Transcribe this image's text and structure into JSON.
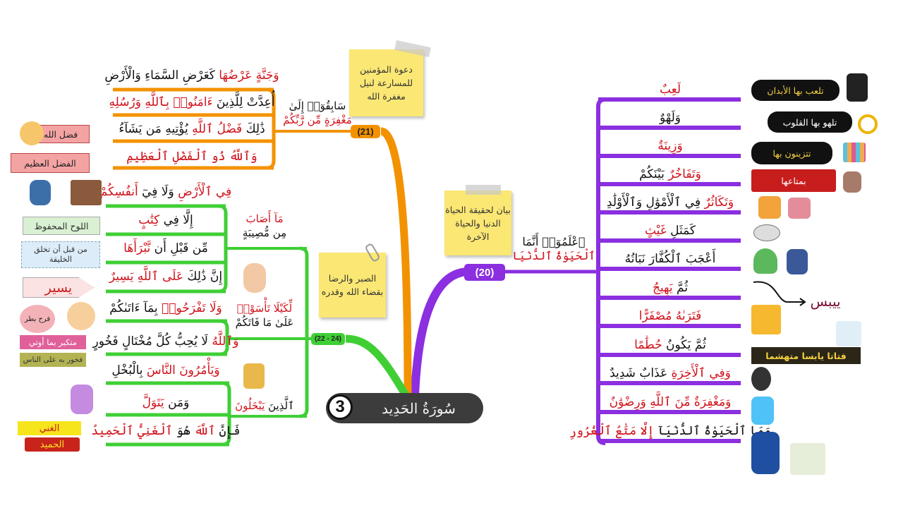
{
  "center": {
    "number": "3",
    "title": "سُورَةُ الحَدِيد"
  },
  "colors": {
    "purple": "#8b2fe0",
    "orange": "#f39200",
    "green": "#3fcf35",
    "red_text": "#d0121b",
    "dark_pill": "#3c3c3c"
  },
  "purple": {
    "label": "(20)",
    "node": [
      {
        "t": "ٱعْلَمُوٓا۟ أَنَّمَا",
        "red": false
      },
      {
        "t": "ٱلْحَيَوٰةُ ٱلدُّنْيَا",
        "red": true
      }
    ],
    "note": "بيان لحقيقة الحياة الدنيا والحياة الآخرة",
    "rows": [
      [
        {
          "t": "لَعِبٌ",
          "red": true
        }
      ],
      [
        {
          "t": "وَلَهْوٌ",
          "red": false
        }
      ],
      [
        {
          "t": "وَزِينَةٌ",
          "red": true
        }
      ],
      [
        {
          "t": "وَتَفَاخُرٌ",
          "red": true
        },
        {
          "t": " بَيْنَكُمْ",
          "red": false
        }
      ],
      [
        {
          "t": "وَتَكَاثُرٌ",
          "red": true
        },
        {
          "t": " فِي ٱلْأَمْوَٰلِ وَٱلْأَوْلَٰدِ",
          "red": false
        }
      ],
      [
        {
          "t": "كَمَثَلِ ",
          "red": false
        },
        {
          "t": "غَيْثٍ",
          "red": true
        }
      ],
      [
        {
          "t": "أَعْجَبَ ٱلْكُفَّارَ نَبَاتُهُ",
          "red": false
        }
      ],
      [
        {
          "t": "ثُمَّ ",
          "red": false
        },
        {
          "t": "يَهِيجُ",
          "red": true
        }
      ],
      [
        {
          "t": "فَتَرَىٰهُ مُصْفَرًّا",
          "red": true
        }
      ],
      [
        {
          "t": "ثُمَّ يَكُونُ ",
          "red": false
        },
        {
          "t": "حُطَٰمًا",
          "red": true
        }
      ],
      [
        {
          "t": "وَفِي ٱلْأَخِرَةِ",
          "red": true
        },
        {
          "t": " عَذَابٌ شَدِيدٌ",
          "red": false
        }
      ],
      [
        {
          "t": "وَمَغْفِرَةٌ مِّنَ ٱللَّهِ وَرِضْوَٰنٌ",
          "red": true
        }
      ],
      [
        {
          "t": "وَمَا ٱلْحَيَوٰةُ ٱلدُّنْيَآ ",
          "red": false
        },
        {
          "t": "إِلَّا مَتَٰعُ ٱلْغُرُورِ",
          "red": true
        }
      ]
    ],
    "tags": {
      "play": "تلعب بها الأبدان",
      "amuse": "تلهو بها القلوب",
      "adorn": "تتزينون بها",
      "goods": "بمتاعها",
      "dry": "ييبس",
      "crumble": "فتاتا يابسا متهشما"
    }
  },
  "orange": {
    "label": "(21)",
    "node": [
      {
        "t": "سَابِقُوٓا۟ إِلَىٰ",
        "red": false
      },
      {
        "t": "مَغْفِرَةٍ مِّن رَّبِّكُمْ",
        "red": true
      }
    ],
    "note": "دعوة المؤمنين للمسارعة لنيل مغفرة الله",
    "rows": [
      [
        {
          "t": "وَجَنَّةٍ عَرْضُهَا",
          "red": true
        },
        {
          "t": " كَعَرْضِ السَّمَاءِ وَالْأَرْضِ",
          "red": false
        }
      ],
      [
        {
          "t": "أُعِدَّتْ لِلَّذِينَ ",
          "red": false
        },
        {
          "t": "ءَامَنُوا۟ بِٱللَّهِ وَرُسُلِهِ",
          "red": true
        }
      ],
      [
        {
          "t": "ذَٰلِكَ ",
          "red": false
        },
        {
          "t": "فَضْلُ ٱللَّهِ",
          "red": true
        },
        {
          "t": " يُؤْتِيهِ مَن يَشَآءُ",
          "red": false
        }
      ],
      [
        {
          "t": "وَٱللَّهُ ذُو ٱلْفَضْلِ ٱلْعَظِيمِ",
          "red": true
        }
      ]
    ],
    "tags": {
      "grace": "فضل الله",
      "great_grace": "الفضل العظيم"
    }
  },
  "green": {
    "label": "(22 - 24)",
    "note": "الصبر والرضا بقضاء الله وقدره",
    "groups": [
      {
        "node": [
          {
            "t": "مَآ أَصَابَ",
            "red": true
          },
          {
            "t": "مِن مُّصِيبَةٍ",
            "red": false
          }
        ],
        "rows": [
          [
            {
              "t": "فِي ٱلْأَرْضِ",
              "red": true
            },
            {
              "t": " وَلَا فِيٓ ",
              "red": false
            },
            {
              "t": "أَنفُسِكُمْ",
              "red": true
            }
          ],
          [
            {
              "t": "إِلَّا فِي ",
              "red": false
            },
            {
              "t": "كِتَٰبٍ",
              "red": true
            }
          ],
          [
            {
              "t": "مِّن قَبْلِ أَن ",
              "red": false
            },
            {
              "t": "نَّبْرَأَهَا",
              "red": true
            }
          ],
          [
            {
              "t": "إِنَّ ذَٰلِكَ ",
              "red": false
            },
            {
              "t": "عَلَى ٱللَّهِ يَسِيرٌ",
              "red": true
            }
          ]
        ]
      },
      {
        "node": [
          {
            "t": "لِّكَيْلَا تَأْسَوْا۟",
            "red": true
          },
          {
            "t": "عَلَىٰ مَا فَاتَكُمْ",
            "red": false
          }
        ],
        "rows": [
          [
            {
              "t": "وَلَا تَفْرَحُوا۟",
              "red": true
            },
            {
              "t": " بِمَآ ءَاتَىٰكُمْ",
              "red": false
            }
          ],
          [
            {
              "t": "وَٱللَّهُ",
              "red": true
            },
            {
              "t": " لَا يُحِبُّ كُلَّ مُخْتَالٍ فَخُورٍ",
              "red": false
            }
          ]
        ]
      },
      {
        "node": [
          {
            "t": "ٱلَّذِينَ ",
            "red": false
          },
          {
            "t": "يَبْخَلُونَ",
            "red": true
          }
        ],
        "rows": [
          [
            {
              "t": "وَيَأْمُرُونَ النَّاسَ",
              "red": true
            },
            {
              "t": " بِالْبُخْلِ",
              "red": false
            }
          ],
          [
            {
              "t": "وَمَن ",
              "red": false
            },
            {
              "t": "يَتَوَلَّ",
              "red": true
            }
          ],
          [
            {
              "t": "فَإِنَّ ",
              "red": false
            },
            {
              "t": "ٱللَّهَ",
              "red": true
            },
            {
              "t": " هُوَ ",
              "red": false
            },
            {
              "t": "ٱلْغَنِيُّ ٱلْحَمِيدُ",
              "red": true
            }
          ]
        ]
      }
    ],
    "tags": {
      "preserved_tablet": "اللوح المحفوظ",
      "before_creation": "من قبل أن تخلق الخليقة",
      "easy": "يسير",
      "arrogant_joy": "فرح بطر",
      "proud_given": "متكبر بما أوتي",
      "boastful": "فخور به على الناس",
      "rich": "الغني",
      "praised": "الحميد"
    }
  }
}
